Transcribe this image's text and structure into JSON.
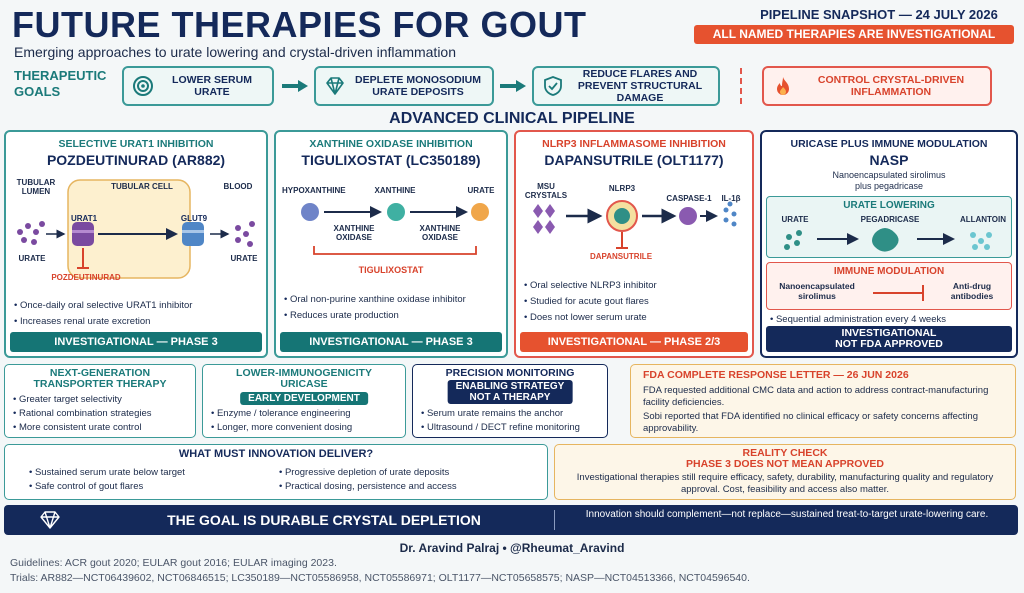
{
  "header": {
    "title": "FUTURE THERAPIES FOR GOUT",
    "subtitle": "Emerging approaches to urate lowering and crystal-driven inflammation",
    "snapshot": "PIPELINE SNAPSHOT — 24 JULY 2026",
    "banner": "ALL NAMED THERAPIES ARE INVESTIGATIONAL"
  },
  "goals": {
    "label_line1": "THERAPEUTIC",
    "label_line2": "GOALS",
    "items": [
      {
        "text": "LOWER SERUM URATE",
        "icon": "target-icon"
      },
      {
        "text": "DEPLETE MONOSODIUM URATE DEPOSITS",
        "icon": "diamond-icon"
      },
      {
        "text": "REDUCE FLARES AND PREVENT STRUCTURAL DAMAGE",
        "icon": "shield-icon"
      },
      {
        "text": "CONTROL CRYSTAL-DRIVEN INFLAMMATION",
        "icon": "flame-icon"
      }
    ]
  },
  "pipeline_title": "ADVANCED CLINICAL PIPELINE",
  "cards": [
    {
      "subtitle": "SELECTIVE URAT1 INHIBITION",
      "title": "POZDEUTINURAD (AR882)",
      "diagram": {
        "tubular_lumen": "TUBULAR LUMEN",
        "tubular_cell": "TUBULAR CELL",
        "blood": "BLOOD",
        "urat1": "URAT1",
        "glut9": "GLUT9",
        "urate_left": "URATE",
        "urate_right": "URATE",
        "drug": "POZDEUTINURAD"
      },
      "bullets": [
        "Once-daily oral selective URAT1 inhibitor",
        "Increases renal urate excretion"
      ],
      "status": "INVESTIGATIONAL — PHASE 3"
    },
    {
      "subtitle": "XANTHINE OXIDASE INHIBITION",
      "title": "TIGULIXOSTAT (LC350189)",
      "diagram": {
        "hypoxanthine": "HYPOXANTHINE",
        "xanthine": "XANTHINE",
        "urate": "URATE",
        "xo1": "XANTHINE OXIDASE",
        "xo2": "XANTHINE OXIDASE",
        "drug": "TIGULIXOSTAT"
      },
      "bullets": [
        "Oral non-purine xanthine oxidase inhibitor",
        "Reduces urate production"
      ],
      "status": "INVESTIGATIONAL — PHASE 3"
    },
    {
      "subtitle": "NLRP3 INFLAMMASOME INHIBITION",
      "title": "DAPANSUTRILE (OLT1177)",
      "diagram": {
        "msu": "MSU CRYSTALS",
        "nlrp3": "NLRP3",
        "caspase": "CASPASE-1",
        "il1b": "IL-1β",
        "drug": "DAPANSUTRILE"
      },
      "bullets": [
        "Oral selective NLRP3 inhibitor",
        "Studied for acute gout flares",
        "Does not lower serum urate"
      ],
      "status": "INVESTIGATIONAL — PHASE 2/3"
    },
    {
      "subtitle": "URICASE PLUS IMMUNE MODULATION",
      "title": "NASP",
      "desc_line1": "Nanoencapsulated sirolimus",
      "desc_line2": "plus pegadricase",
      "urate_lowering": {
        "title": "URATE LOWERING",
        "urate": "URATE",
        "pegadricase": "PEGADRICASE",
        "allantoin": "ALLANTOIN"
      },
      "immune": {
        "title": "IMMUNE MODULATION",
        "left": "Nanoencapsulated sirolimus",
        "right": "Anti-drug antibodies"
      },
      "bullets": [
        "Sequential administration every 4 weeks"
      ],
      "status_line1": "INVESTIGATIONAL",
      "status_line2": "NOT FDA APPROVED"
    }
  ],
  "row3": {
    "next_gen": {
      "title_line1": "NEXT-GENERATION",
      "title_line2": "TRANSPORTER THERAPY",
      "bullets": [
        "Greater target selectivity",
        "Rational combination strategies",
        "More consistent urate control"
      ]
    },
    "lower_immuno": {
      "title_line1": "LOWER-IMMUNOGENICITY",
      "title_line2": "URICASE",
      "pill": "EARLY DEVELOPMENT",
      "bullets": [
        "Enzyme / tolerance engineering",
        "Longer, more convenient dosing"
      ]
    },
    "precision": {
      "title": "PRECISION MONITORING",
      "pill_line1": "ENABLING STRATEGY",
      "pill_line2": "NOT A THERAPY",
      "bullets": [
        "Serum urate remains the anchor",
        "Ultrasound / DECT refine monitoring"
      ]
    },
    "fda": {
      "title": "FDA COMPLETE RESPONSE LETTER — 26 JUN 2026",
      "p1": "FDA requested additional CMC data and action to address contract-manufacturing facility deficiencies.",
      "p2": "Sobi reported that FDA identified no clinical efficacy or safety concerns affecting approvability."
    }
  },
  "deliver": {
    "title": "WHAT MUST INNOVATION DELIVER?",
    "left": [
      "Sustained serum urate below target",
      "Safe control of gout flares"
    ],
    "right": [
      "Progressive depletion of urate deposits",
      "Practical dosing, persistence and access"
    ]
  },
  "reality": {
    "title_line1": "REALITY CHECK",
    "title_line2": "PHASE 3 DOES NOT MEAN APPROVED",
    "text": "Investigational therapies still require efficacy, safety, durability, manufacturing quality and regulatory approval. Cost, feasibility and access also matter."
  },
  "goal_bar": {
    "headline": "THE GOAL IS DURABLE CRYSTAL DEPLETION",
    "note": "Innovation should complement—not replace—sustained treat-to-target urate-lowering care."
  },
  "footer": {
    "author": "Dr. Aravind Palraj • @Rheumat_Aravind",
    "guidelines": "Guidelines: ACR gout 2020; EULAR gout 2016; EULAR imaging 2023.",
    "trials": "Trials: AR882—NCT06439602, NCT06846515; LC350189—NCT05586958, NCT05586971; OLT1177—NCT05658575; NASP—NCT04513366, NCT04596540."
  },
  "colors": {
    "navy": "#14295a",
    "teal": "#1b7a7a",
    "red": "#e6522f",
    "gold": "#e6b560"
  }
}
